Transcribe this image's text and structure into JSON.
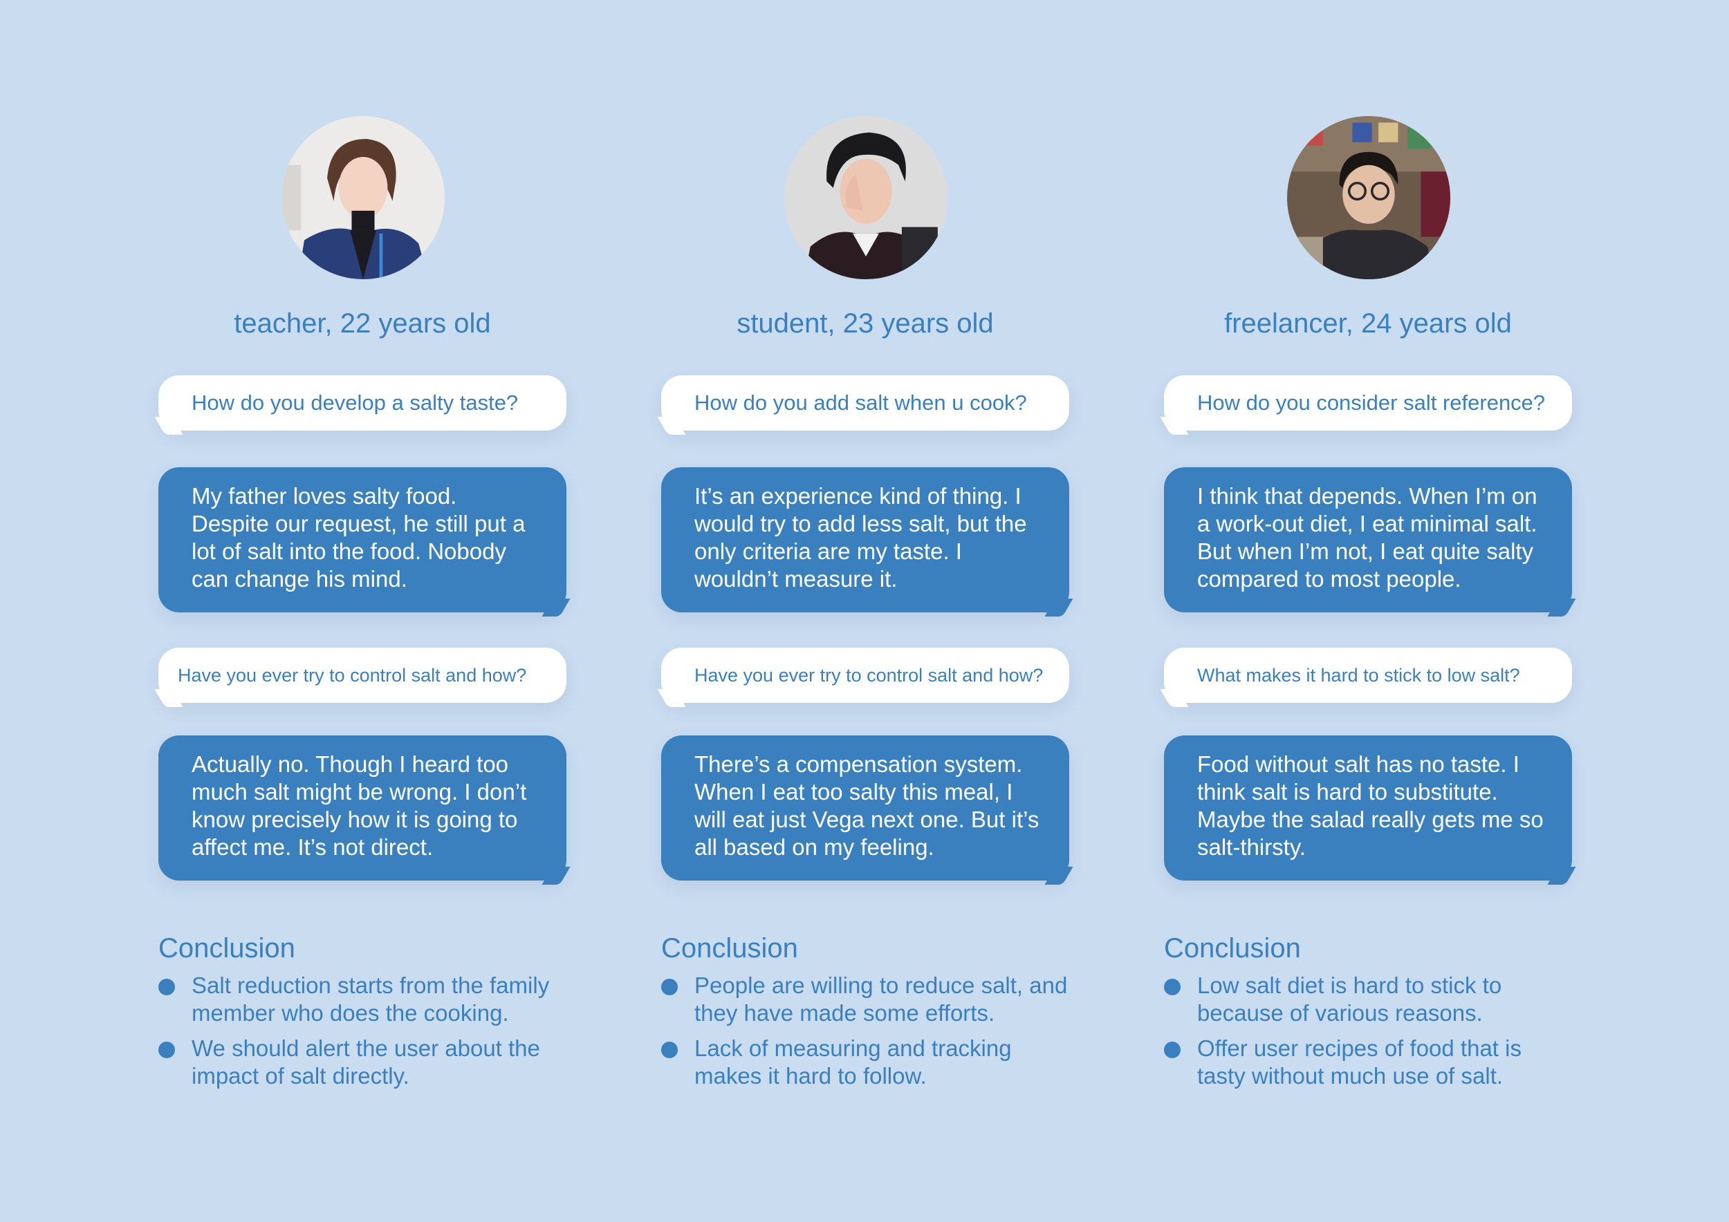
{
  "colors": {
    "background": "#c9dcf0",
    "accent": "#3a80bf",
    "question_bubble": "#ffffff",
    "answer_text": "#ffffff"
  },
  "personas": [
    {
      "avatar_icon": "woman-portrait-photo",
      "title": "teacher, 22 years old",
      "q1": "How do you develop a salty taste?",
      "a1": "My father loves salty food. Despite our request, he still put a lot of salt into the food. Nobody can change his mind.",
      "q2": "Have you ever try to control salt and how?",
      "a2": "Actually no. Though I heard too much salt might be wrong. I don’t know precisely how it is going to affect me. It’s not direct.",
      "conclusion_heading": "Conclusion",
      "conclusions": [
        "Salt reduction starts from the family member who does the cooking.",
        "We should alert the user about the impact of salt directly."
      ]
    },
    {
      "avatar_icon": "woman-hand-on-face-portrait-photo",
      "title": "student, 23 years old",
      "q1": "How do you add salt when u cook?",
      "a1": "It’s an experience kind of thing. I would try to add less salt, but the only criteria are my taste. I wouldn’t measure it.",
      "q2": "Have you ever try to control salt and how?",
      "a2": "There’s a compensation system. When I eat too salty this meal, I will eat just Vega next one. But it’s all based on my feeling.",
      "conclusion_heading": "Conclusion",
      "conclusions": [
        "People are willing to reduce salt,    and they have made some efforts.",
        "Lack of measuring and tracking makes it hard to follow."
      ]
    },
    {
      "avatar_icon": "man-glasses-portrait-photo",
      "title": "freelancer, 24 years old",
      "q1": "How do you consider salt reference?",
      "a1": "I think that depends. When I’m on a work-out diet, I eat minimal salt. But when I’m not, I eat quite salty compared to most people.",
      "q2": "What makes it hard to stick to low salt?",
      "a2": "Food without salt has no taste. I think salt is hard to substitute. Maybe the salad really gets me so salt-thirsty.",
      "conclusion_heading": "Conclusion",
      "conclusions": [
        "Low salt diet is hard to stick to because of various reasons.",
        "Offer user recipes of food that is tasty without much use of salt."
      ]
    }
  ]
}
